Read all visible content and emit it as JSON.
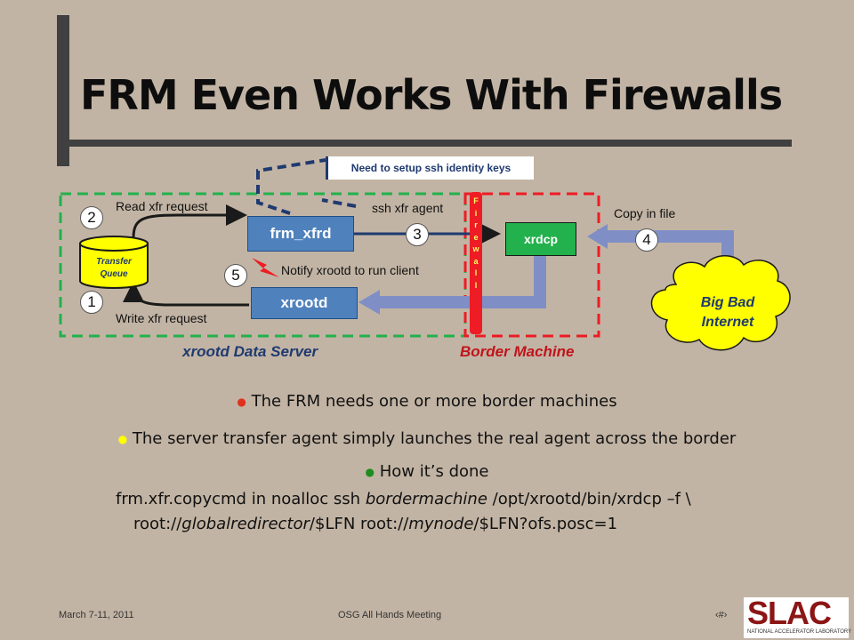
{
  "slide": {
    "title": "FRM Even Works With Firewalls"
  },
  "diagram": {
    "callout": "Need to setup ssh identity keys",
    "labels": {
      "read": "Read xfr request",
      "write": "Write xfr request",
      "ssh": "ssh xfr agent",
      "notify": "Notify xrootd to run client",
      "copy": "Copy in file",
      "data_server": "xrootd Data Server",
      "border_machine": "Border Machine"
    },
    "boxes": {
      "frm_xfrd": "frm_xfrd",
      "xrootd": "xrootd",
      "xrdcp": "xrdcp",
      "queue_line1": "Transfer",
      "queue_line2": "Queue",
      "cloud_line1": "Big Bad",
      "cloud_line2": "Internet"
    },
    "steps": [
      "1",
      "2",
      "3",
      "4",
      "5"
    ],
    "firewall_letters": [
      "F",
      "i",
      "r",
      "e",
      "w",
      "a",
      "l",
      "l"
    ],
    "colors": {
      "green": "#22b14c",
      "red": "#ee1c24",
      "blue": "#4f81bd",
      "pipe": "#7f8fc6",
      "cloud": "#ffff00"
    }
  },
  "bullets": [
    {
      "dot": "●",
      "dot_color": "#e0301e",
      "text": "The FRM needs one or more border machines"
    },
    {
      "dot": "●",
      "dot_color": "#ffff00",
      "text": "The server transfer agent simply launches the real agent across the border"
    },
    {
      "dot": "●",
      "dot_color": "#1e8c1e",
      "text": "How it’s done"
    }
  ],
  "command": {
    "p1": "frm.xfr.copycmd in noalloc ssh ",
    "p2": "bordermachine",
    "p3": " /opt/xrootd/bin/xrdcp –f  \\",
    "p4": "root://",
    "p5": "globalredirector",
    "p6": "/$LFN root://",
    "p7": "mynode",
    "p8": "/$LFN?ofs.posc=1"
  },
  "footer": {
    "date": "March 7-11, 2011",
    "event": "OSG All Hands Meeting",
    "page": "‹#›",
    "logo_text": "SLAC",
    "logo_sub": "NATIONAL ACCELERATOR LABORATORY"
  }
}
